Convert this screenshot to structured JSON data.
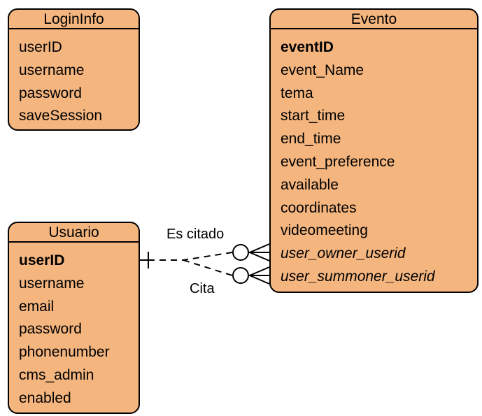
{
  "entities": {
    "login_info": {
      "title": "LoginInfo",
      "fields": [
        "userID",
        "username",
        "password",
        "saveSession"
      ]
    },
    "evento": {
      "title": "Evento",
      "fields": [
        "eventID",
        "event_Name",
        "tema",
        "start_time",
        "end_time",
        "event_preference",
        "available",
        "coordinates",
        "videomeeting",
        "user_owner_userid",
        "user_summoner_userid"
      ]
    },
    "usuario": {
      "title": "Usuario",
      "fields": [
        "userID",
        "username",
        "email",
        "password",
        "phonenumber",
        "cms_admin",
        "enabled"
      ]
    }
  },
  "relationships": {
    "es_citado": {
      "label": "Es citado"
    },
    "cita": {
      "label": "Cita"
    }
  },
  "colors": {
    "entity_fill": "#F4B57F",
    "stroke": "#000000"
  }
}
